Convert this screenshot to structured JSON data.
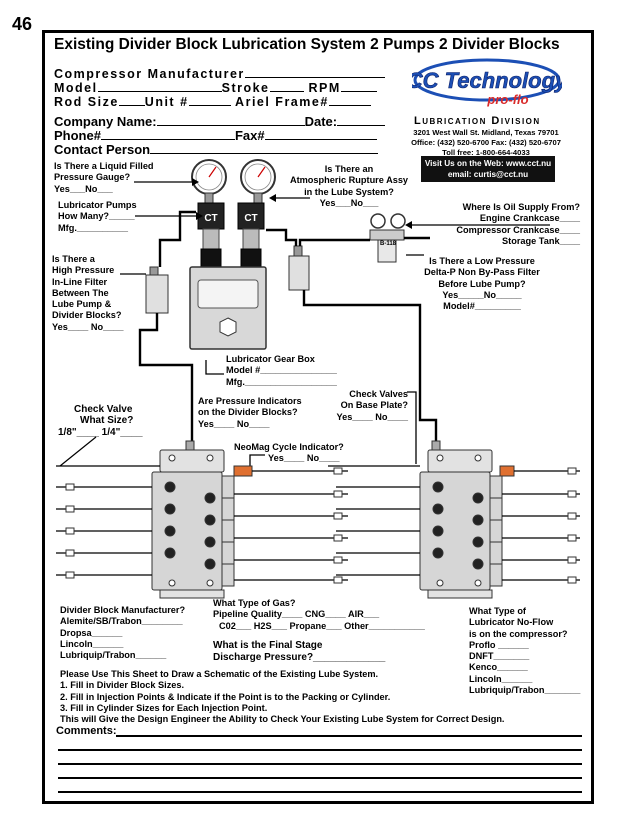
{
  "page_number": "46",
  "title": "Existing Divider Block Lubrication System 2 Pumps 2 Divider Blocks",
  "header": {
    "compressor_manufacturer": "Compressor Manufacturer",
    "model": "Model",
    "stroke": "Stroke",
    "rpm": "RPM",
    "rod_size": "Rod Size",
    "unit": "Unit #",
    "ariel_frame": "Ariel Frame#",
    "company_name": "Company Name:",
    "date": "Date:",
    "phone": "Phone#",
    "fax": "Fax#",
    "contact_person": "Contact Person"
  },
  "logo": {
    "brand": "CC Technology",
    "sub": "pro-flo",
    "division": "Lubrication Division",
    "address": "3201 West Wall St.  Midland, Texas  79701",
    "office": "Office: (432) 520-6700   Fax: (432) 520-6707",
    "tollfree": "Toll free: 1-800-664-4033",
    "web": "Visit Us on the Web: www.cct.nu",
    "email": "email: curtis@cct.nu"
  },
  "questions": {
    "liquid_filled": [
      "Is There a Liquid Filled",
      "Pressure Gauge?",
      "Yes___No___"
    ],
    "rupture": [
      "Is There an",
      "Atmospheric Rupture Assy",
      "in the Lube System?",
      "Yes___No___"
    ],
    "pumps": [
      "Lubricator Pumps",
      "How Many?_____",
      "Mfg.__________"
    ],
    "oil_supply": [
      "Where Is Oil Supply From?",
      "Engine Crankcase____",
      "Compressor Crankcase____",
      "Storage Tank____"
    ],
    "hp_filter": [
      "Is There a",
      "High Pressure",
      "In-Line Filter",
      "Between The",
      "Lube Pump &",
      "Divider Blocks?",
      "Yes____  No____"
    ],
    "lp_filter": [
      "Is There a Low Pressure",
      "Delta-P Non By-Pass Filter",
      "Before Lube Pump?",
      "Yes_____No_____",
      "Model#_________"
    ],
    "gearbox": [
      "Lubricator Gear Box",
      "Model #_______________",
      "Mfg.__________________"
    ],
    "check_valve": [
      "Check Valve",
      "What Size?",
      "1/8\"____  1/4\"____"
    ],
    "pressure_ind": [
      "Are Pressure Indicators",
      "on the Divider Blocks?",
      "Yes____  No____"
    ],
    "check_base": [
      "Check Valves",
      "On Base Plate?",
      "Yes____  No____"
    ],
    "neomag": [
      "NeoMag Cycle Indicator?",
      "Yes____  No____"
    ],
    "divider_mfr": [
      "Divider Block Manufacturer?",
      "Alemite/SB/Trabon________",
      "Dropsa______",
      "Lincoln______",
      "Lubriquip/Trabon______"
    ],
    "gas_type": [
      "What Type of Gas?",
      "Pipeline Quality____  CNG____  AIR___",
      "C02___  H2S___  Propane___ Other___________"
    ],
    "discharge": [
      "What is the Final Stage",
      "Discharge Pressure?_____________"
    ],
    "noflow": [
      "What Type of",
      "Lubricator No-Flow",
      "is on the compressor?",
      "Proflo ______",
      "DNFT_______",
      "Kenco______",
      "Lincoln______",
      "Lubriquip/Trabon_______"
    ]
  },
  "instructions": [
    "Please Use This Sheet to Draw a Schematic of the Existing Lube System.",
    "1. Fill in Divider Block Sizes.",
    "2. Fill in Injection Points & Indicate if the Point is to the Packing or Cylinder.",
    "3. Fill in Cylinder Sizes for Each Injection Point.",
    "This will Give the Design Engineer the Ability to Check Your Existing Lube System for Correct  Design."
  ],
  "comments_label": "Comments:",
  "filter_tag": "B-118"
}
